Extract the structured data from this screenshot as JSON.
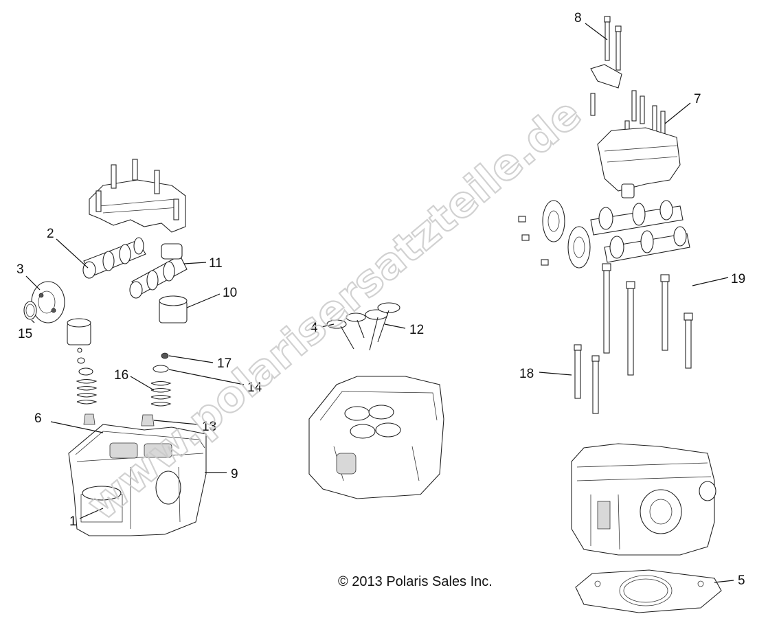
{
  "copyright": "© 2013 Polaris Sales Inc.",
  "watermark": "www.polarisersatzteile.de",
  "callouts": [
    "1",
    "2",
    "3",
    "4",
    "5",
    "6",
    "7",
    "8",
    "9",
    "10",
    "11",
    "12",
    "13",
    "14",
    "15",
    "16",
    "17",
    "18",
    "19"
  ]
}
